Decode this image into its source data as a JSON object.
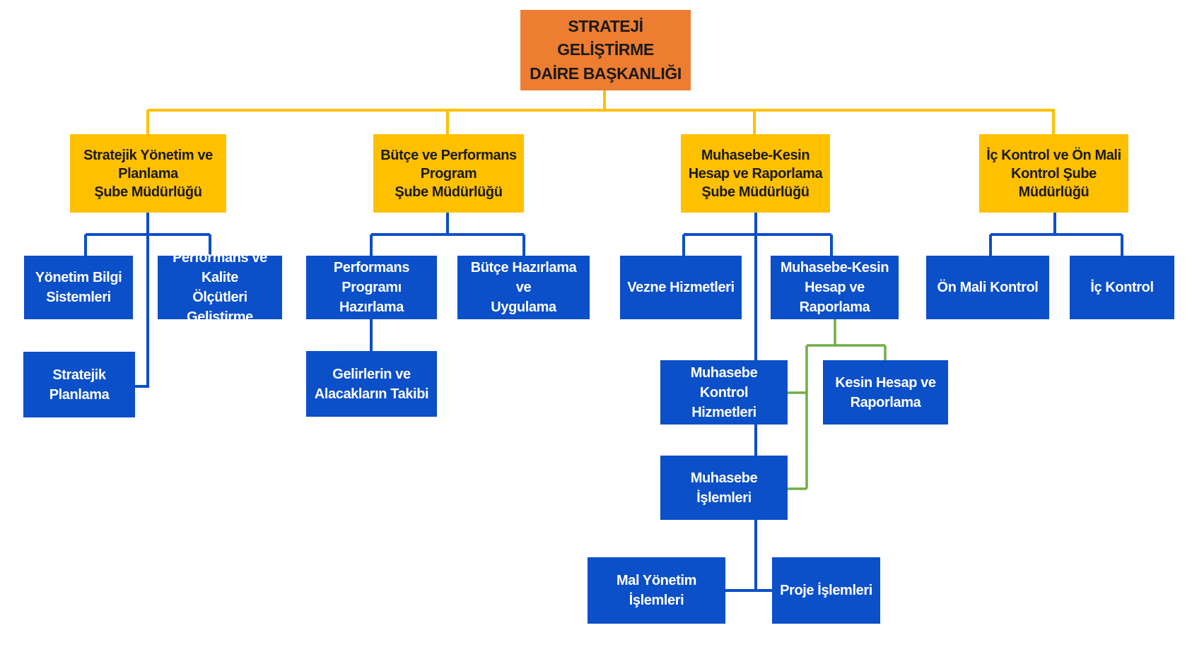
{
  "colors": {
    "root_fill": "#ED7D31",
    "dept_fill": "#FFC000",
    "unit_fill": "#0B4FC9",
    "line_primary": "#FFC000",
    "line_units": "#0B4FC9",
    "line_secondary": "#70AD47"
  },
  "root": {
    "label": "STRATEJİ GELİŞTİRME\nDAİRE BAŞKANLIĞI"
  },
  "departments": [
    {
      "label": "Stratejik Yönetim ve\nPlanlama\nŞube Müdürlüğü"
    },
    {
      "label": "Bütçe ve Performans\nProgram\nŞube Müdürlüğü"
    },
    {
      "label": "Muhasebe-Kesin\nHesap ve Raporlama\nŞube Müdürlüğü"
    },
    {
      "label": "İç Kontrol ve Ön Mali\nKontrol Şube\nMüdürlüğü"
    }
  ],
  "units": {
    "yonetim_bilgi": "Yönetim Bilgi\nSistemleri",
    "performans_kalite": "Performans ve Kalite\nÖlçütleri Geliştirme",
    "stratejik_planlama": "Stratejik Planlama",
    "performans_programi": "Performans Programı\nHazırlama",
    "butce_hazirlama": "Bütçe Hazırlama ve\nUygulama",
    "gelirler": "Gelirlerin ve\nAlacakların Takibi",
    "vezne": "Vezne Hizmetleri",
    "muhasebe_kesin": "Muhasebe-Kesin\nHesap ve Raporlama",
    "muhasebe_kontrol": "Muhasebe Kontrol\nHizmetleri",
    "kesin_hesap": "Kesin Hesap ve\nRaporlama",
    "muhasebe_islemleri": "Muhasebe İşlemleri",
    "mal_yonetim": "Mal Yönetim İşlemleri",
    "proje": "Proje İşlemleri",
    "on_mali": "Ön Mali Kontrol",
    "ic_kontrol": "İç Kontrol"
  }
}
